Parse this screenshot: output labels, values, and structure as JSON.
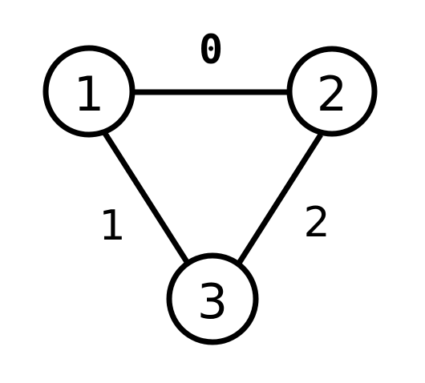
{
  "graph": {
    "nodes": [
      {
        "id": "1",
        "label": "1"
      },
      {
        "id": "2",
        "label": "2"
      },
      {
        "id": "3",
        "label": "3"
      }
    ],
    "edges": [
      {
        "from": "1",
        "to": "2",
        "weight": "0"
      },
      {
        "from": "1",
        "to": "3",
        "weight": "1"
      },
      {
        "from": "2",
        "to": "3",
        "weight": "2"
      }
    ]
  }
}
